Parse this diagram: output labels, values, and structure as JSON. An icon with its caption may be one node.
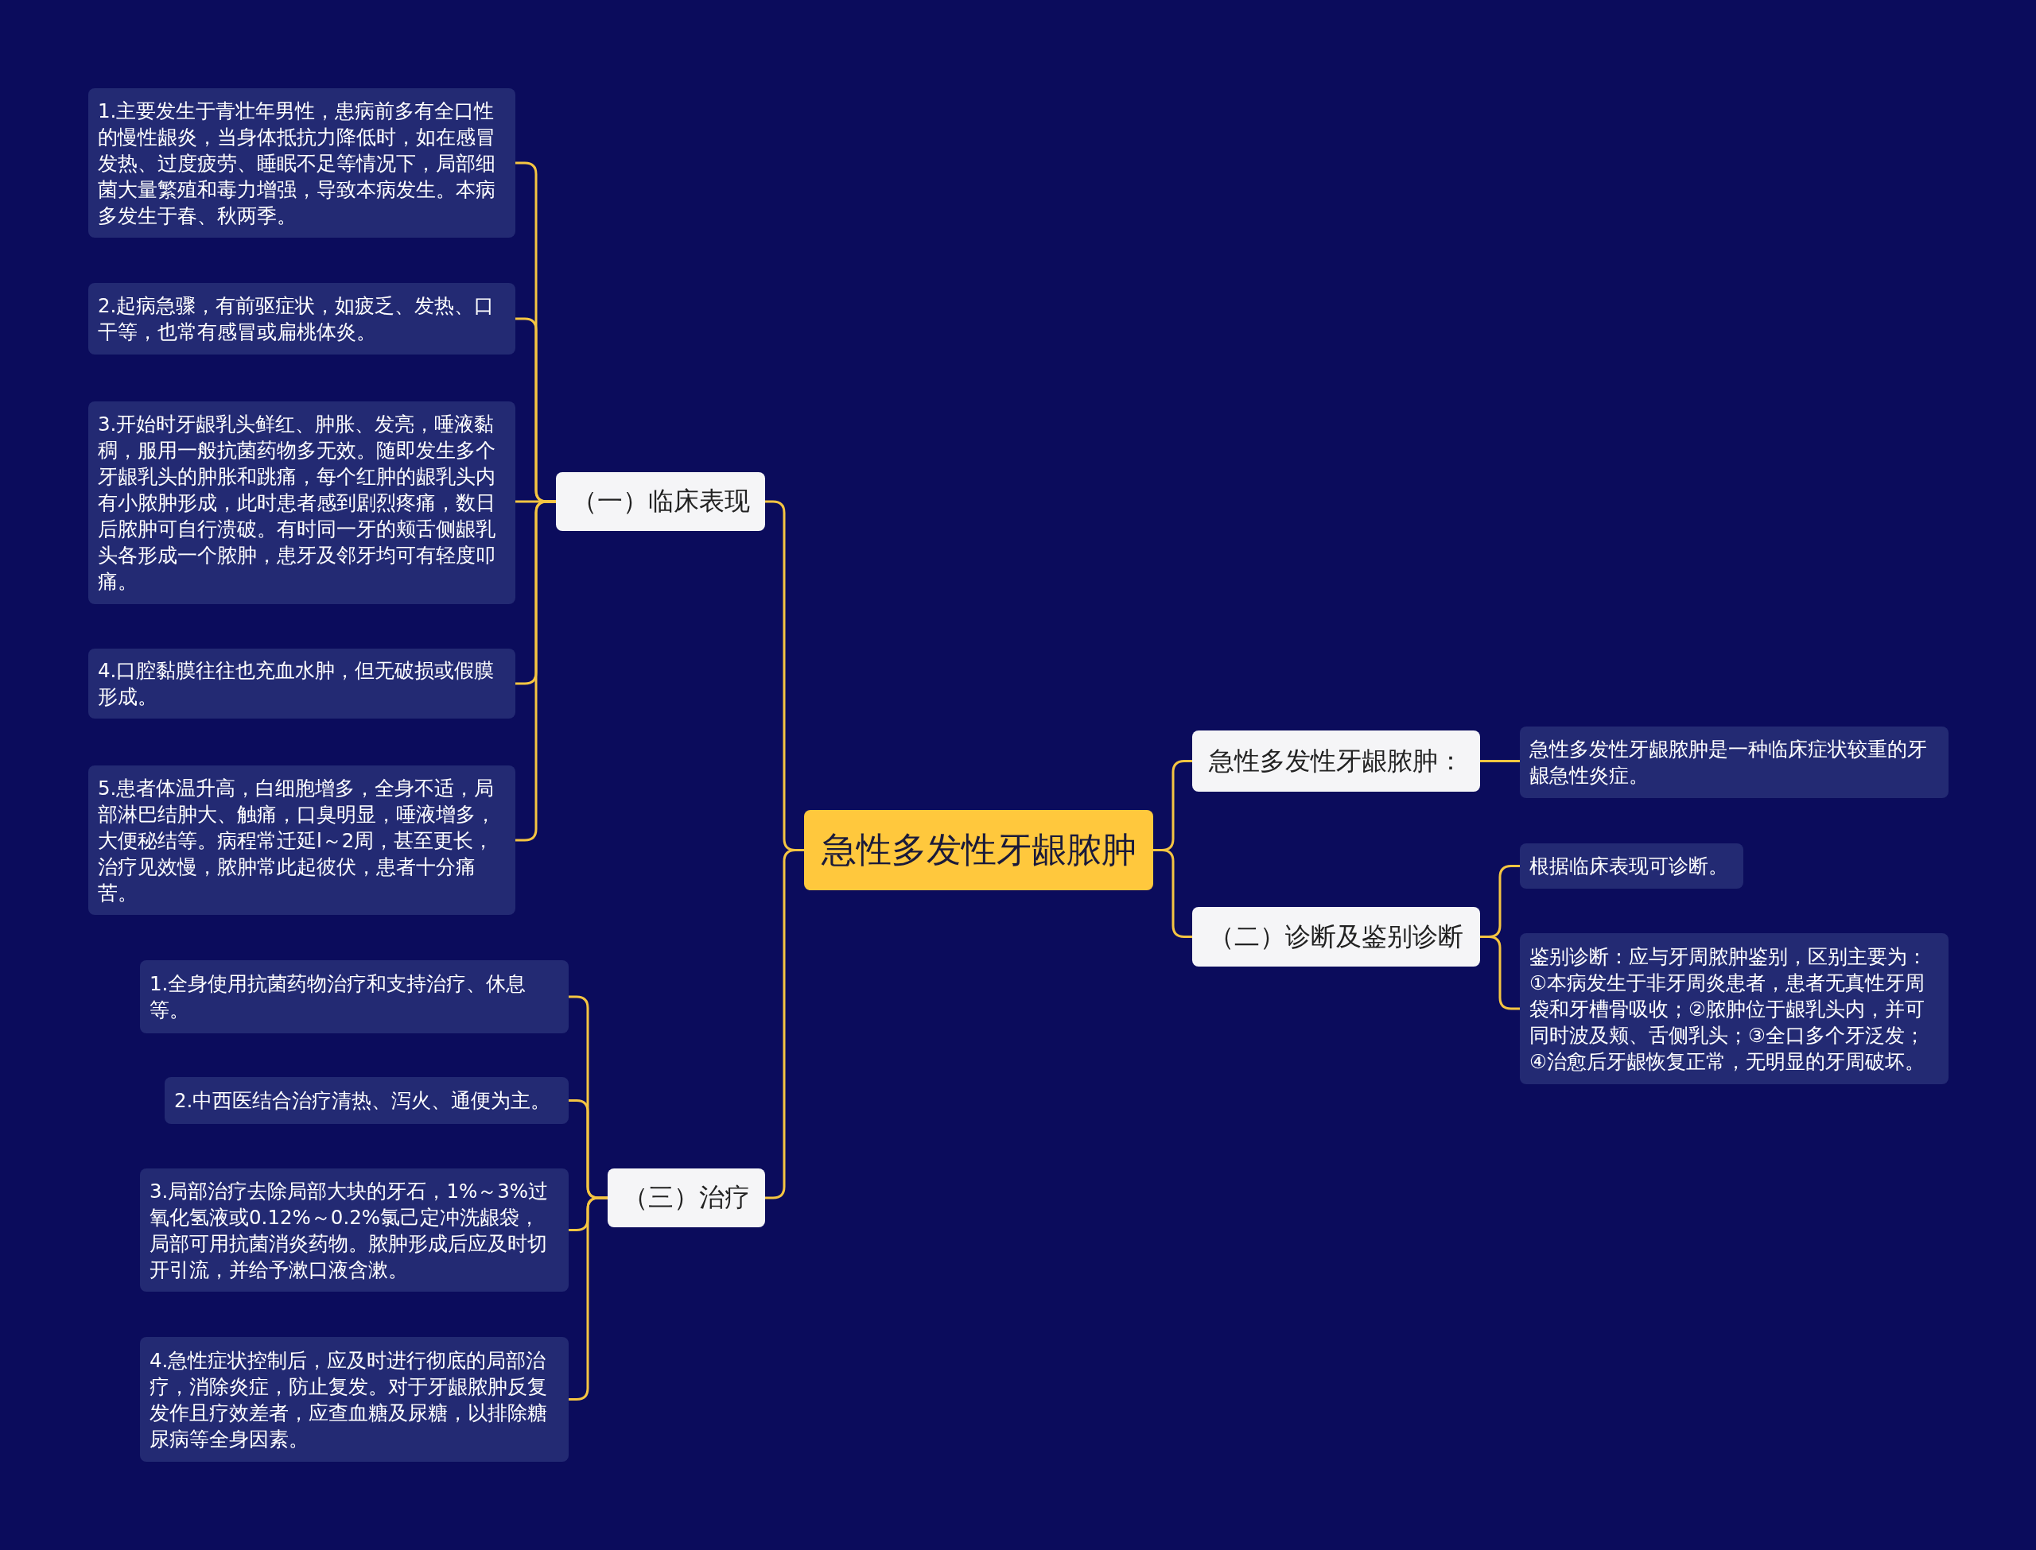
{
  "diagram": {
    "nodes": [
      {
        "text": [
          "急性多发性牙龈脓肿"
        ]
      },
      {
        "text": [
          "（一）临床表现"
        ]
      },
      {
        "text": [
          "1.主要发生于青壮年男性，患病前多有全口性的慢性龈炎，当身体抵抗力降低时，如在感冒发热、过度疲劳、睡眠不足等情况下，局部细菌大量繁殖和毒力增强，导致本病发生。本病多发生于春、秋两季。"
        ]
      },
      {
        "text": [
          "2.起病急骤，有前驱症状，如疲乏、发热、口干等，也常有感冒或扁桃体炎。"
        ]
      },
      {
        "text": [
          "3.开始时牙龈乳头鲜红、肿胀、发亮，唾液黏稠，服用一般抗菌药物多无效。随即发生多个牙龈乳头的肿胀和跳痛，每个红肿的龈乳头内有小脓肿形成，此时患者感到剧烈疼痛，数日后脓肿可自行溃破。有时同一牙的颊舌侧龈乳头各形成一个脓肿，患牙及邻牙均可有轻度叩痛。"
        ]
      },
      {
        "text": [
          "4.口腔黏膜往往也充血水肿，但无破损或假膜形成。"
        ]
      },
      {
        "text": [
          "5.患者体温升高，白细胞增多，全身不适，局部淋巴结肿大、触痛，口臭明显，唾液增多，大便秘结等。病程常迁延l～2周，甚至更长，治疗见效慢，脓肿常此起彼伏，患者十分痛苦。"
        ]
      },
      {
        "text": [
          "（三）治疗"
        ]
      },
      {
        "text": [
          "1.全身使用抗菌药物治疗和支持治疗、休息等。"
        ]
      },
      {
        "text": [
          "2.中西医结合治疗清热、泻火、通便为主。"
        ]
      },
      {
        "text": [
          "3.局部治疗去除局部大块的牙石，1%～3%过氧化氢液或0.12%～0.2%氯己定冲洗龈袋，局部可用抗菌消炎药物。脓肿形成后应及时切开引流，并给予漱口液含漱。"
        ]
      },
      {
        "text": [
          "4.急性症状控制后，应及时进行彻底的局部治疗，消除炎症，防止复发。对于牙龈脓肿反复发作且疗效差者，应查血糖及尿糖，以排除糖尿病等全身因素。"
        ]
      },
      {
        "text": [
          "急性多发性牙龈脓肿："
        ]
      },
      {
        "text": [
          "急性多发性牙龈脓肿是一种临床症状较重的牙龈急性炎症。"
        ]
      },
      {
        "text": [
          "（二）诊断及鉴别诊断"
        ]
      },
      {
        "text": [
          "根据临床表现可诊断。"
        ]
      },
      {
        "text": [
          "鉴别诊断：应与牙周脓肿鉴别，区别主要为：①本病发生于非牙周炎患者，患者无真性牙周袋和牙槽骨吸收；②脓肿位于龈乳头内，并可同时波及颊、舌侧乳头；③全口多个牙泛发；④治愈后牙龈恢复正常，无明显的牙周破坏。"
        ]
      }
    ],
    "edges": [
      {
        "from": 0,
        "to": 1,
        "arrow": "none"
      },
      {
        "from": 1,
        "to": 2,
        "arrow": "none"
      },
      {
        "from": 1,
        "to": 3,
        "arrow": "none"
      },
      {
        "from": 1,
        "to": 4,
        "arrow": "none"
      },
      {
        "from": 1,
        "to": 5,
        "arrow": "none"
      },
      {
        "from": 1,
        "to": 6,
        "arrow": "none"
      },
      {
        "from": 0,
        "to": 7,
        "arrow": "none"
      },
      {
        "from": 7,
        "to": 8,
        "arrow": "none"
      },
      {
        "from": 7,
        "to": 9,
        "arrow": "none"
      },
      {
        "from": 7,
        "to": 10,
        "arrow": "none"
      },
      {
        "from": 7,
        "to": 11,
        "arrow": "none"
      },
      {
        "from": 0,
        "to": 12,
        "arrow": "none"
      },
      {
        "from": 12,
        "to": 13,
        "arrow": "none"
      },
      {
        "from": 0,
        "to": 14,
        "arrow": "none"
      },
      {
        "from": 14,
        "to": 15,
        "arrow": "none"
      },
      {
        "from": 14,
        "to": 16,
        "arrow": "none"
      }
    ]
  }
}
